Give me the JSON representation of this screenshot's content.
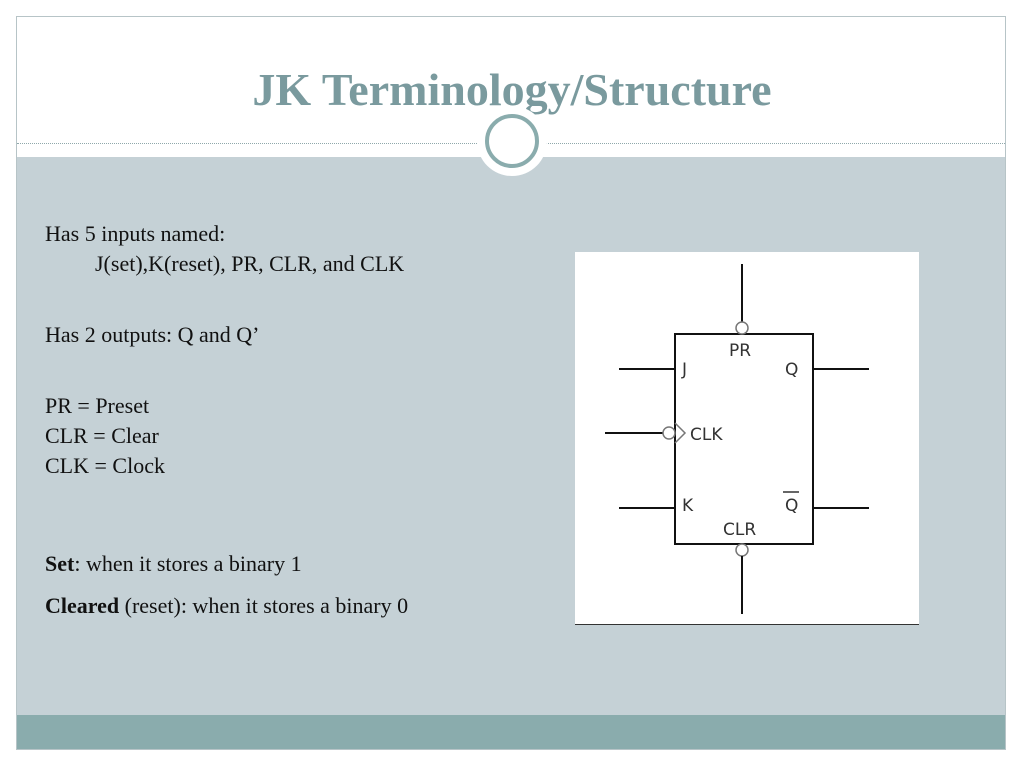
{
  "slide": {
    "title": "JK Terminology/Structure"
  },
  "content": {
    "inputs_heading": "Has 5 inputs named:",
    "inputs_list": "J(set),K(reset), PR, CLR, and CLK",
    "outputs": "Has 2 outputs:  Q and Q’",
    "defs": [
      "PR = Preset",
      "CLR = Clear",
      "CLK = Clock"
    ],
    "set_term": "Set",
    "set_text": ": when it stores a binary 1",
    "cleared_term": "Cleared",
    "cleared_text": " (reset): when it stores a binary 0"
  },
  "diagram": {
    "labels": {
      "pr": "PR",
      "j": "J",
      "q": "Q",
      "clk": "CLK",
      "k": "K",
      "qbar": "Q",
      "clr": "CLR"
    }
  },
  "colors": {
    "title": "#7a9a9e",
    "content_band": "#c5d1d6",
    "footer_band": "#8aacad"
  }
}
